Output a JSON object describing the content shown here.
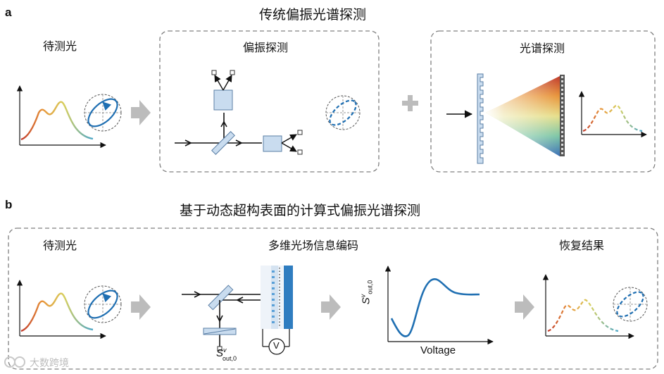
{
  "panel_a": {
    "letter": "a",
    "title": "传统偏振光谱探测",
    "input_label": "待测光",
    "polarization_label": "偏振探测",
    "spectral_label": "光谱探测"
  },
  "panel_b": {
    "letter": "b",
    "title": "基于动态超构表面的计算式偏振光谱探测",
    "input_label": "待测光",
    "encoding_label": "多维光场信息编码",
    "recovery_label": "恢复结果",
    "voltmeter_symbol": "V",
    "stokes_detector_label": "S",
    "stokes_sup": "v",
    "stokes_sub": "out,0",
    "plot_ylabel": "S",
    "plot_ylabel_sup": "v",
    "plot_ylabel_sub": "out,0",
    "plot_xlabel": "Voltage"
  },
  "watermark": "大数跨境",
  "colors": {
    "accent_blue": "#1f6fb2",
    "optic_fill": "#c9dcef",
    "optic_stroke": "#5b7fa6",
    "dash_frame": "#808080",
    "arrow_gray": "#bcbcbc"
  }
}
